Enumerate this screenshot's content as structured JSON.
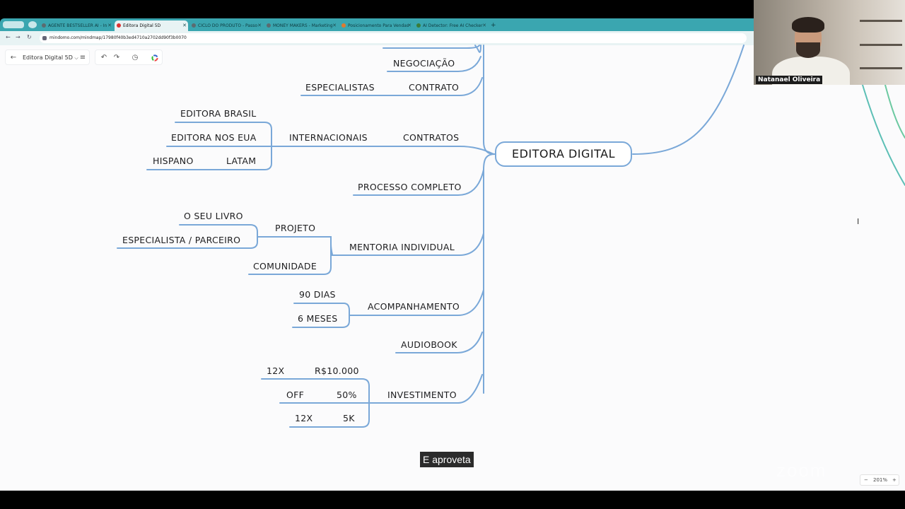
{
  "browser": {
    "tabs": [
      {
        "title": "AGENTE BESTSELLER AI - In"
      },
      {
        "title": "Editora Digital 5D"
      },
      {
        "title": "CICLO DO PRODUTO - Passo"
      },
      {
        "title": "MONEY MAKERS - Marketing"
      },
      {
        "title": "Posicionamento Para Vendas"
      },
      {
        "title": "AI Detector: Free AI Checker"
      }
    ],
    "new_tab": "+",
    "url": "mindomo.com/mindmap/17980f40b3ed4710a2702dd90f3b0070"
  },
  "toolbar": {
    "back": "←",
    "map_title": "Editora Digital 5D",
    "caret": "⌵",
    "menu": "≡",
    "undo": "↶",
    "redo": "↷",
    "history": "◷"
  },
  "mindmap": {
    "central": "EDITORA DIGITAL",
    "nodes": {
      "negociacao": "NEGOCIAÇÃO",
      "especialistas": "ESPECIALISTAS",
      "contrato": "CONTRATO",
      "editora_brasil": "EDITORA BRASIL",
      "editora_eua": "EDITORA NOS EUA",
      "internacionais": "INTERNACIONAIS",
      "contratos": "CONTRATOS",
      "hispano": "HISPANO",
      "latam": "LATAM",
      "processo": "PROCESSO COMPLETO",
      "seu_livro": "O SEU LIVRO",
      "projeto": "PROJETO",
      "especialista_parceiro": "ESPECIALISTA / PARCEIRO",
      "mentoria": "MENTORIA INDIVIDUAL",
      "comunidade": "COMUNIDADE",
      "dias90": "90 DIAS",
      "acompanhamento": "ACOMPANHAMENTO",
      "meses6": "6 MESES",
      "audiobook": "AUDIOBOOK",
      "x12a": "12X",
      "r10000": "R$10.000",
      "off": "OFF",
      "pct50": "50%",
      "investimento": "INVESTIMENTO",
      "x12b": "12X",
      "k5": "5K"
    }
  },
  "video": {
    "participant_name": "Natanael Oliveira",
    "caption": "E aproveta",
    "watermark": "zoom"
  },
  "zoom_control": {
    "minus": "−",
    "level": "201%",
    "plus": "+"
  },
  "colors": {
    "link_blue": "#7aa8d8",
    "tab_teal": "#3aa6b0"
  }
}
